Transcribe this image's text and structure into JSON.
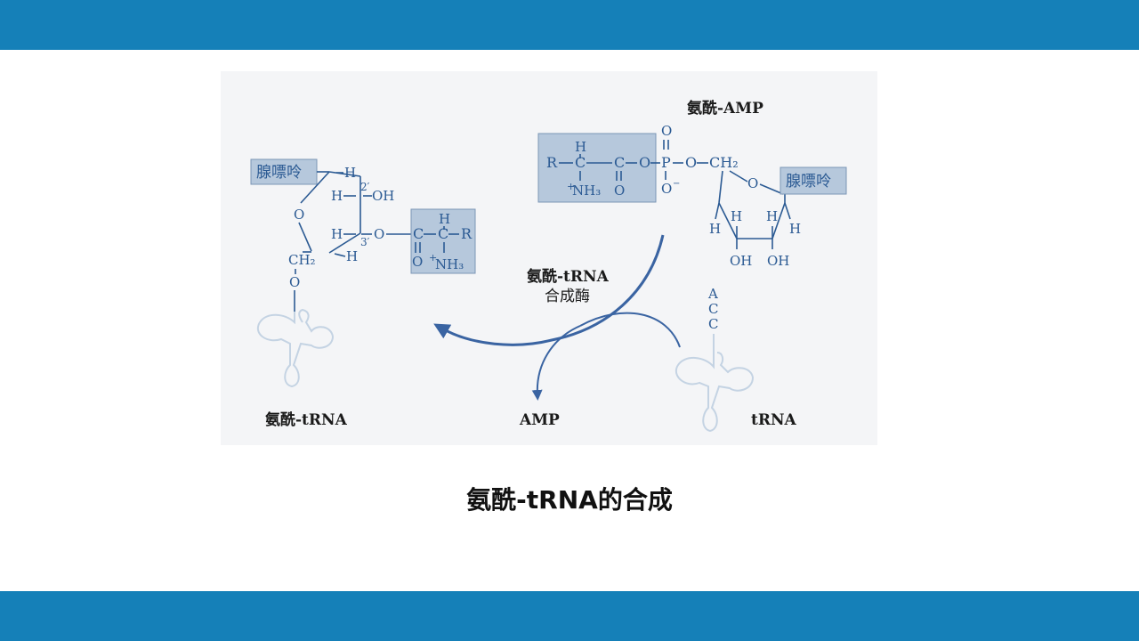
{
  "caption": "氨酰-tRNA的合成",
  "diagram": {
    "aminoacyl_amp_label": "氨酰-AMP",
    "aminoacyl_trna_label": "氨酰-tRNA",
    "enzyme_label_line1": "氨酰-tRNA",
    "enzyme_label_line2": "合成酶",
    "amp_label": "AMP",
    "trna_label": "tRNA",
    "adenine_label": "腺嘌呤",
    "acc_letters": [
      "A",
      "C",
      "C"
    ],
    "carbon_2": "2′",
    "carbon_3": "3′"
  },
  "colors": {
    "band": "#1580b8",
    "chem_blue": "#2b5a93",
    "highlight_box": "#b6c8dc",
    "trna_outline": "#c4d3e3",
    "figure_background": "#f4f5f7"
  }
}
